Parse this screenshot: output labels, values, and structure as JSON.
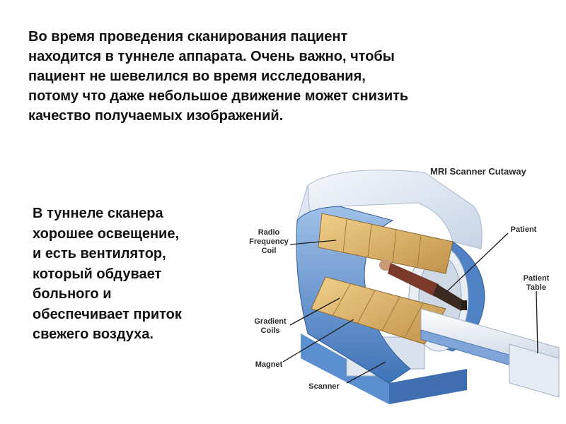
{
  "text": {
    "paragraph_lines": [
      "Во время проведения сканирования пациент",
      "находится в туннеле аппарата. Очень важно, чтобы",
      "пациент не шевелился во время исследования,",
      "потому что даже небольшое движение может снизить",
      "качество получаемых изображений."
    ],
    "side_lines": [
      "В туннеле сканера",
      "хорошее освещение,",
      "и есть вентилятор,",
      "который обдувает",
      "больного и",
      "обеспечивает приток",
      "свежего воздуха."
    ]
  },
  "figure": {
    "title": "MRI Scanner Cutaway",
    "labels": {
      "radio_1": "Radio",
      "radio_2": "Frequency",
      "radio_3": "Coil",
      "gradient_1": "Gradient",
      "gradient_2": "Coils",
      "magnet": "Magnet",
      "scanner": "Scanner",
      "patient": "Patient",
      "table_1": "Patient",
      "table_2": "Table"
    },
    "colors": {
      "body_blue": "#5b8fd0",
      "body_light": "#c9daf0",
      "coil_tan": "#d9b36a",
      "coil_dark": "#9c7a3c",
      "patient_shirt": "#7a3b2c"
    }
  }
}
